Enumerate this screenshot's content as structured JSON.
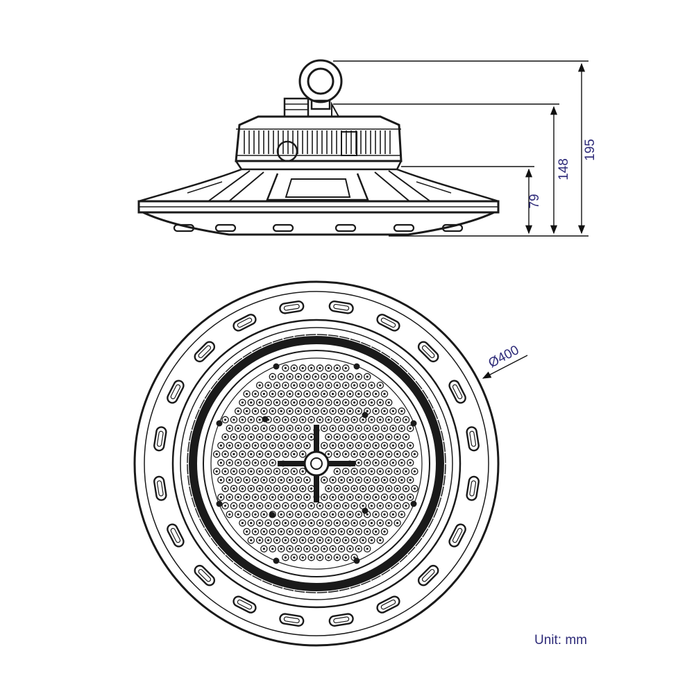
{
  "dimensions": {
    "overall_height": "195",
    "body_height": "148",
    "housing_height": "79",
    "diameter": "Ø400"
  },
  "unit_label": "Unit: mm",
  "colors": {
    "line": "#1a1a1a",
    "dimension_text": "#2d2a78"
  }
}
